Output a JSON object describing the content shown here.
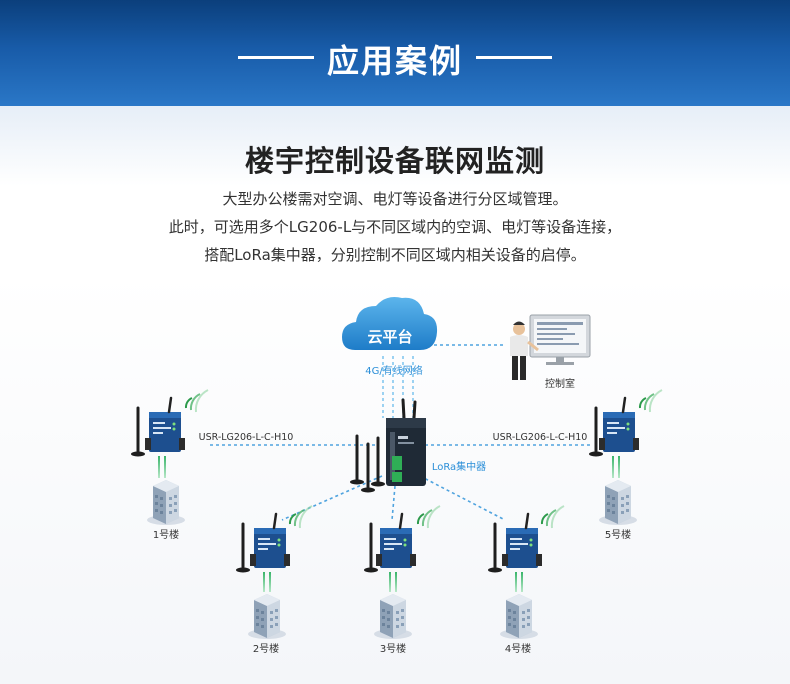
{
  "banner": {
    "title": "应用案例"
  },
  "headline": "楼宇控制设备联网监测",
  "description": [
    "大型办公楼需对空调、电灯等设备进行分区域管理。",
    "此时，可选用多个LG206-L与不同区域内的空调、电灯等设备连接，",
    "搭配LoRa集中器，分别控制不同区域内相关设备的启停。"
  ],
  "diagram": {
    "cloud_label": "云平台",
    "network_label": "4G/有线网络",
    "control_room_label": "控制室",
    "concentrator_label": "LoRa集中器",
    "device_model_left": "USR-LG206-L-C-H10",
    "device_model_right": "USR-LG206-L-C-H10",
    "buildings": [
      "1号楼",
      "2号楼",
      "3号楼",
      "4号楼",
      "5号楼"
    ]
  },
  "colors": {
    "banner_dark": "#0b3f7c",
    "banner_light": "#2a77c7",
    "accent_blue": "#2b8fd8",
    "link_line": "#4fa3df",
    "device_body": "#1d4f8f",
    "antenna_green": "#2c9a4b"
  }
}
